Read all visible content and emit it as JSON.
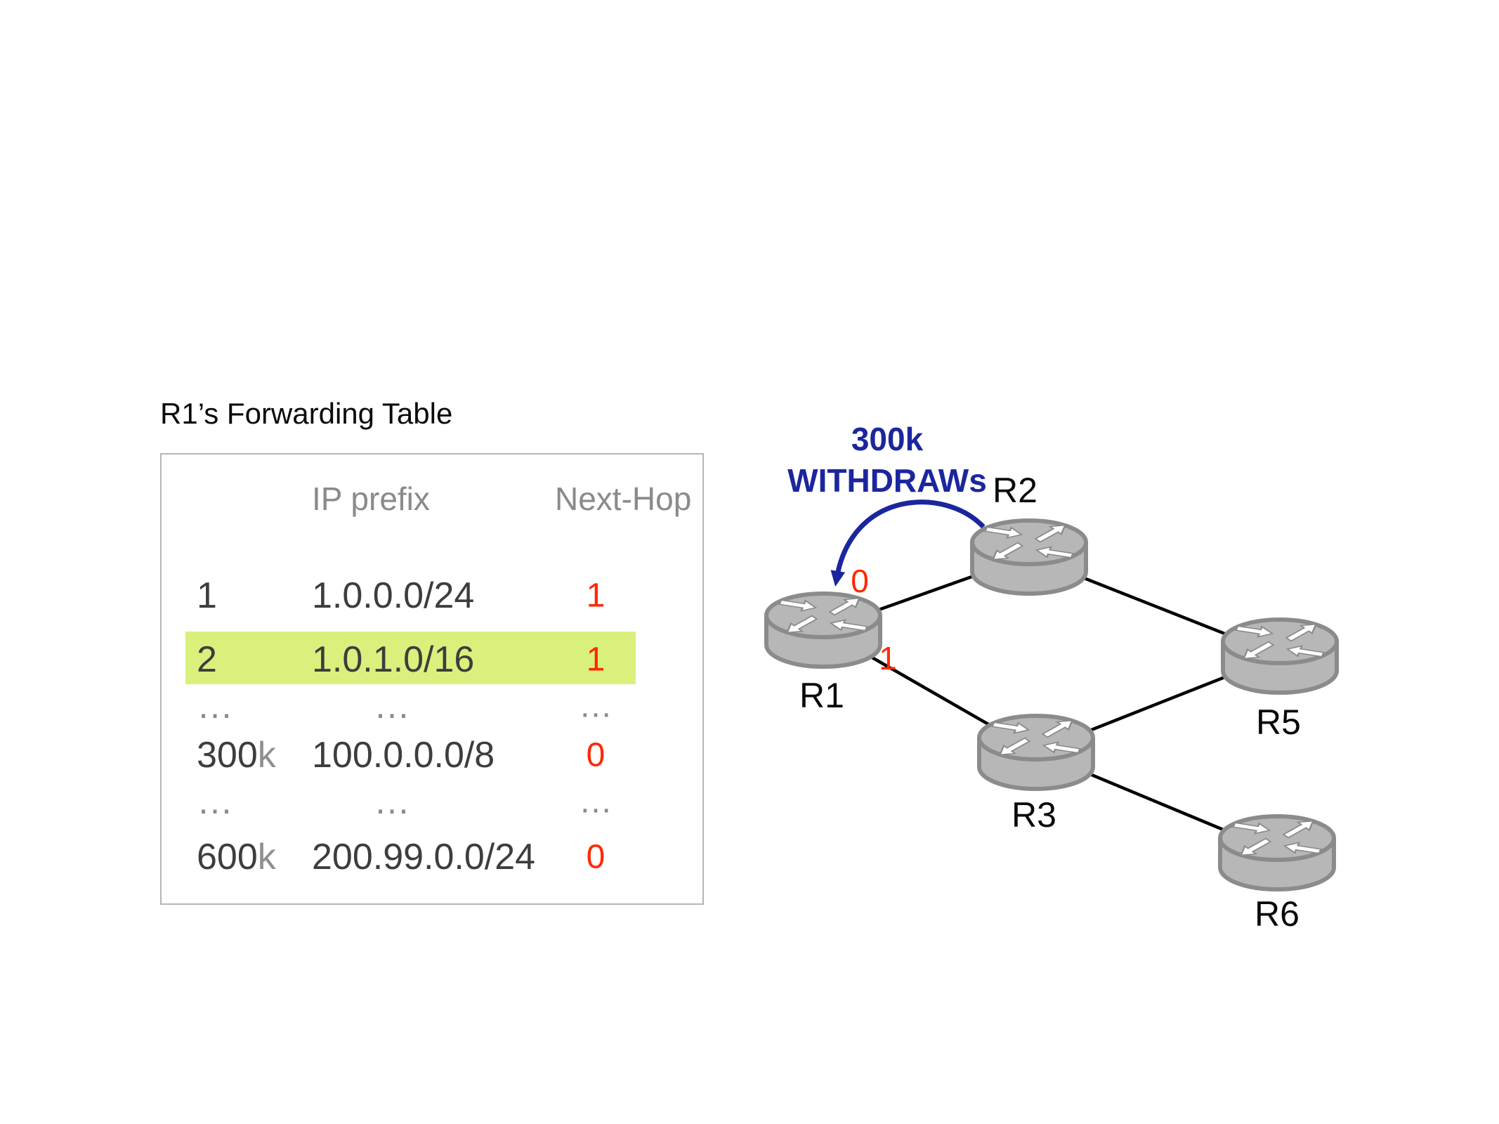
{
  "title": "R1’s Forwarding Table",
  "table": {
    "headers": {
      "prefix": "IP prefix",
      "next_hop": "Next-Hop"
    },
    "rows": [
      {
        "num": "1",
        "suffix": "",
        "prefix": "1.0.0.0/24",
        "next_hop": "1"
      },
      {
        "num": "2",
        "suffix": "",
        "prefix": "1.0.1.0/16",
        "next_hop": "1"
      },
      {
        "num": "…",
        "suffix": "",
        "prefix": "…",
        "next_hop": "…"
      },
      {
        "num": "300",
        "suffix": "k",
        "prefix": "100.0.0.0/8",
        "next_hop": "0"
      },
      {
        "num": "…",
        "suffix": "",
        "prefix": "…",
        "next_hop": "…"
      },
      {
        "num": "600",
        "suffix": "k",
        "prefix": "200.99.0.0/24",
        "next_hop": "0"
      }
    ],
    "highlighted_row_index": 1
  },
  "diagram": {
    "annotation": {
      "line1": "300k",
      "line2": "WITHDRAWs"
    },
    "routers": [
      {
        "id": "R1",
        "label": "R1"
      },
      {
        "id": "R2",
        "label": "R2"
      },
      {
        "id": "R3",
        "label": "R3"
      },
      {
        "id": "R5",
        "label": "R5"
      },
      {
        "id": "R6",
        "label": "R6"
      }
    ],
    "ports": [
      {
        "router": "R1",
        "value": "0"
      },
      {
        "router": "R1",
        "value": "1"
      }
    ],
    "links": [
      "R1-R2",
      "R1-R3",
      "R2-R5",
      "R3-R5",
      "R3-R6"
    ]
  },
  "colors": {
    "highlight_row": "#d9f07d",
    "next_hop_red": "#ff2800",
    "withdraw_blue": "#1b269e",
    "router_fill": "#b7b7b7",
    "router_stroke": "#8b8b8b",
    "arrow_white": "#ffffff",
    "table_border": "#b5b5b5",
    "header_gray": "#8a8a8a",
    "text_dark": "#3d3d3d",
    "muted_gray": "#8f8f8f",
    "link_black": "#000000"
  }
}
